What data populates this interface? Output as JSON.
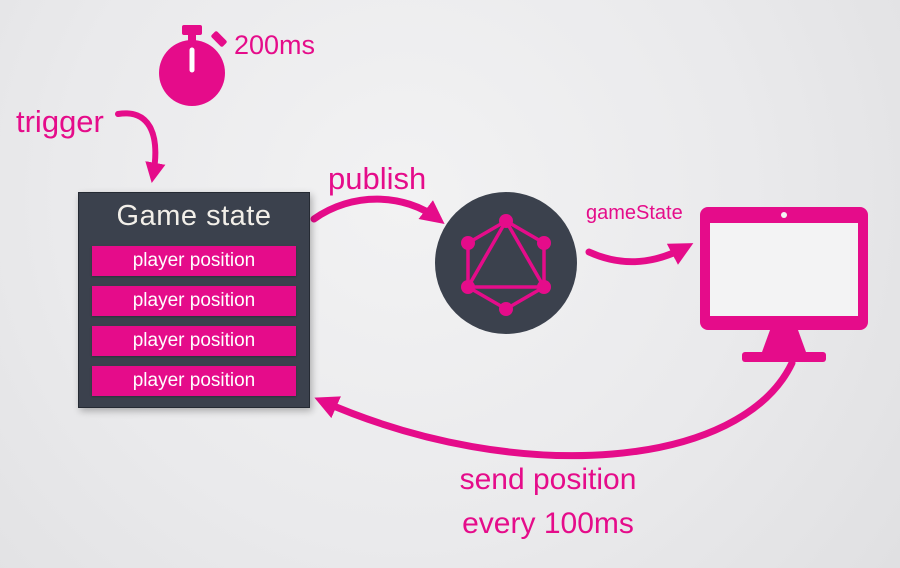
{
  "colors": {
    "accent": "#e50c8a",
    "dark": "#3b414d",
    "background": "#ebebed",
    "row_text": "#ffffff",
    "box_title_text": "#f2efe9"
  },
  "labels": {
    "timer": "200ms",
    "trigger": "trigger",
    "publish": "publish",
    "gamestate_event": "gameState",
    "send_line1": "send position",
    "send_line2": "every 100ms"
  },
  "game_state": {
    "title": "Game state",
    "rows": [
      "player position",
      "player position",
      "player position",
      "player position"
    ]
  },
  "icons": {
    "stopwatch": "stopwatch-icon",
    "graphql": "graphql-logo-icon",
    "monitor": "monitor-icon"
  }
}
